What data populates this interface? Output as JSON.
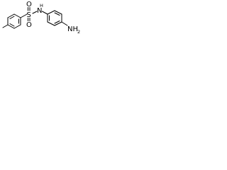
{
  "molecule": {
    "atoms": {
      "sulfur": "S",
      "oxygen_top": "O",
      "oxygen_bottom": "O",
      "nitrogen_h_n": "N",
      "nitrogen_h_h": "H",
      "amino_n": "NH",
      "amino_sub": "2"
    }
  },
  "colors": {
    "bond": "#000000",
    "label": "#000000",
    "background": "#ffffff"
  }
}
